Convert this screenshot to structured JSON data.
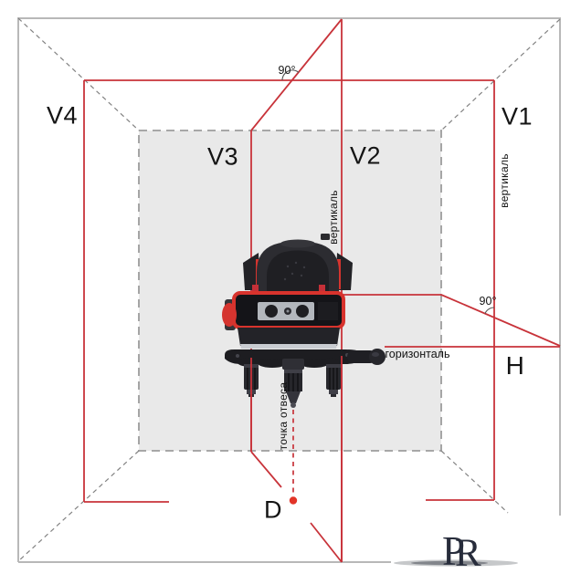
{
  "diagram": {
    "line_labels": {
      "v1": "V1",
      "v2": "V2",
      "v3": "V3",
      "v4": "V4",
      "h": "H",
      "d": "D"
    },
    "annotations": {
      "vertical_v2": "вертикаль",
      "vertical_v1": "вертикаль",
      "horizontal": "горизонталь",
      "plumb_point": "точка отвеса",
      "angle_ceiling": "90°",
      "angle_wall": "90°"
    },
    "colors": {
      "laser_red": "#c8333a",
      "plumb_dot_red": "#e23428",
      "back_wall_gray": "#e9e9e9",
      "wall_dash_gray": "#9d9d9d",
      "outline_gray": "#b8b8b8",
      "label_black": "#141414",
      "logo_navy": "#272c3b"
    }
  },
  "logo": {
    "letter_p": "P",
    "letter_r": "R"
  }
}
